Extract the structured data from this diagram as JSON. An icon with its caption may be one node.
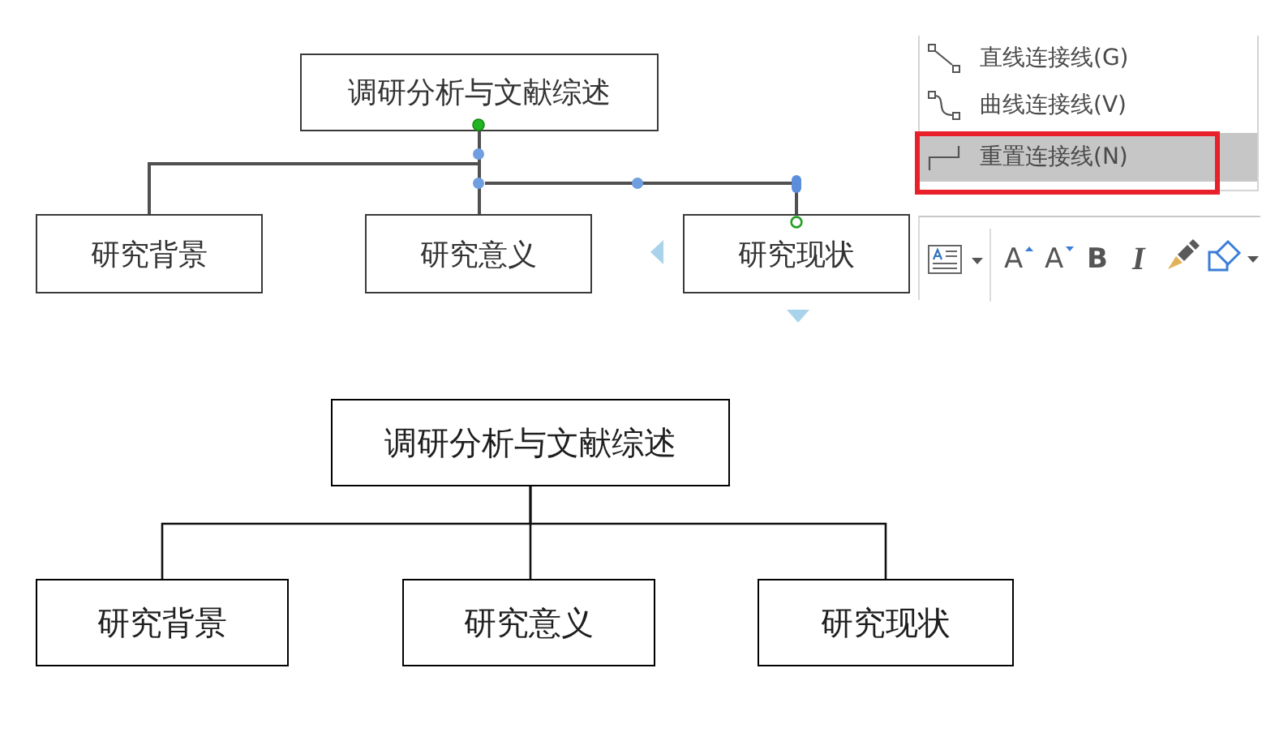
{
  "diagram": {
    "nodes": [
      {
        "text": [
          "调研分析与文献综述"
        ]
      },
      {
        "text": [
          "研究背景"
        ]
      },
      {
        "text": [
          "研究意义"
        ]
      },
      {
        "text": [
          "研究现状"
        ]
      },
      {
        "text": [
          "调研分析与文献综述"
        ]
      },
      {
        "text": [
          "研究背景"
        ]
      },
      {
        "text": [
          "研究意义"
        ]
      },
      {
        "text": [
          "研究现状"
        ]
      }
    ],
    "edges": [
      {
        "from": 0,
        "to": 1,
        "arrow": "none"
      },
      {
        "from": 0,
        "to": 2,
        "arrow": "none"
      },
      {
        "from": 0,
        "to": 3,
        "arrow": "none"
      },
      {
        "from": 4,
        "to": 5,
        "arrow": "none"
      },
      {
        "from": 4,
        "to": 6,
        "arrow": "none"
      },
      {
        "from": 4,
        "to": 7,
        "arrow": "none"
      }
    ],
    "labels": [
      "直线连接线(G)",
      "曲线连接线(V)",
      "重置连接线(N)",
      "A",
      "A",
      "B",
      "I"
    ]
  }
}
